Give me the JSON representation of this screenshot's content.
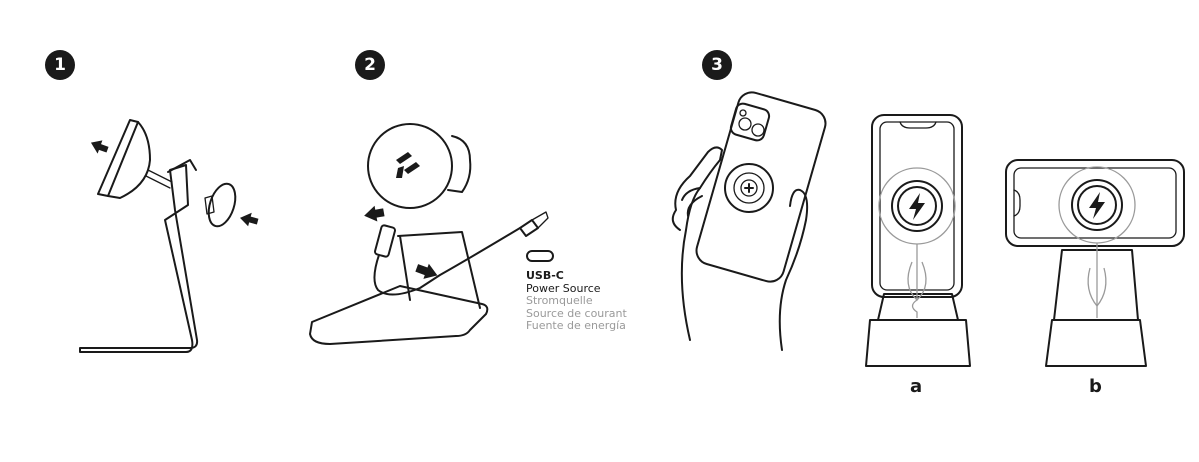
{
  "steps": [
    "1",
    "2",
    "3"
  ],
  "usb_label": {
    "title": "USB-C",
    "lines": [
      "Power Source",
      "Stromquelle",
      "Source de courant",
      "Fuente de energía"
    ]
  },
  "variants": [
    "a",
    "b"
  ],
  "icons": [
    "arrow-icon",
    "usb-c-port-icon",
    "lightning-bolt-icon",
    "plus-icon",
    "brand-logo-icon"
  ],
  "colors": {
    "ink": "#1a1a1a",
    "muted": "#9a9a9a",
    "background": "#ffffff"
  }
}
